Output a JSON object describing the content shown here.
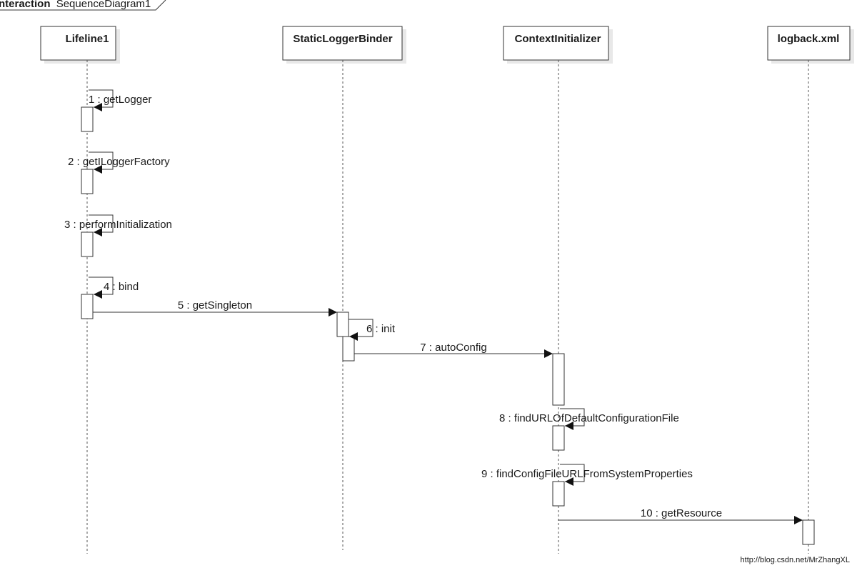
{
  "frame": {
    "keyword": "nteraction",
    "name": "SequenceDiagram1"
  },
  "lifelines": [
    {
      "id": "l1",
      "name": "Lifeline1"
    },
    {
      "id": "l2",
      "name": "StaticLoggerBinder"
    },
    {
      "id": "l3",
      "name": "ContextInitializer"
    },
    {
      "id": "l4",
      "name": "logback.xml"
    }
  ],
  "messages": [
    {
      "n": 1,
      "label": "1 : getLogger",
      "from": "l1",
      "to": "l1"
    },
    {
      "n": 2,
      "label": "2 : getILoggerFactory",
      "from": "l1",
      "to": "l1"
    },
    {
      "n": 3,
      "label": "3 : performInitialization",
      "from": "l1",
      "to": "l1"
    },
    {
      "n": 4,
      "label": "4 : bind",
      "from": "l1",
      "to": "l1"
    },
    {
      "n": 5,
      "label": "5 : getSingleton",
      "from": "l1",
      "to": "l2"
    },
    {
      "n": 6,
      "label": "6 : init",
      "from": "l2",
      "to": "l2"
    },
    {
      "n": 7,
      "label": "7 : autoConfig",
      "from": "l2",
      "to": "l3"
    },
    {
      "n": 8,
      "label": "8 : findURLOfDefaultConfigurationFile",
      "from": "l3",
      "to": "l3"
    },
    {
      "n": 9,
      "label": "9 : findConfigFileURLFromSystemProperties",
      "from": "l3",
      "to": "l3"
    },
    {
      "n": 10,
      "label": "10 : getResource",
      "from": "l3",
      "to": "l4"
    }
  ],
  "watermark": "http://blog.csdn.net/MrZhangXL"
}
